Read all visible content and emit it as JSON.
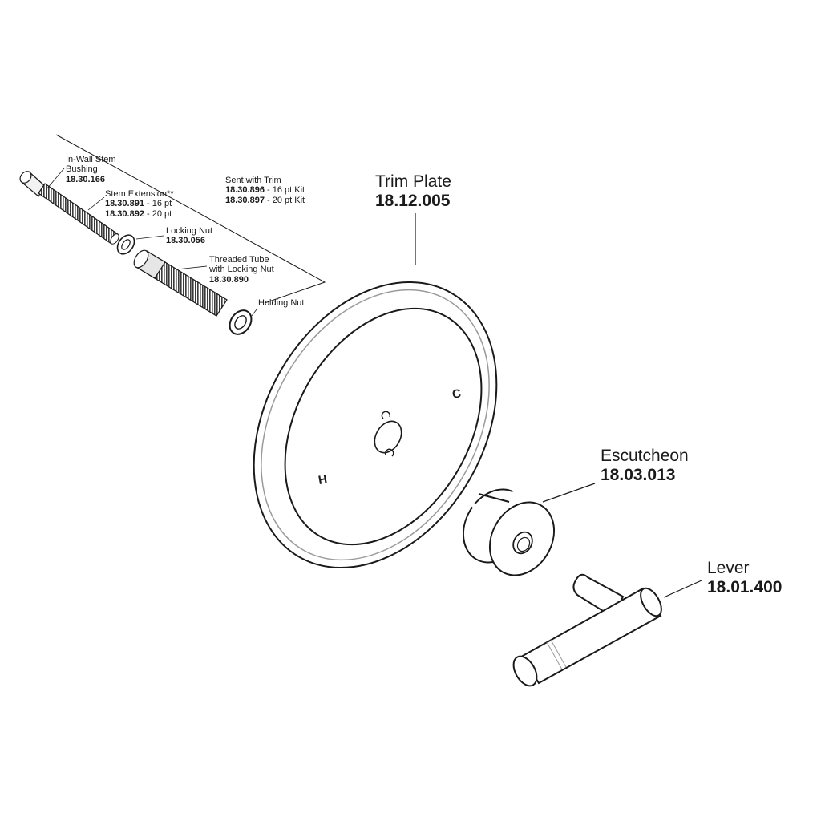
{
  "small_parts": {
    "bushing": {
      "name_line1": "In-Wall Stem",
      "name_line2": "Bushing",
      "part_no": "18.30.166"
    },
    "stem_extension": {
      "name": "Stem Extension**",
      "opt1_no": "18.30.891",
      "opt1_text": " - 16 pt",
      "opt2_no": "18.30.892",
      "opt2_text": " - 20 pt"
    },
    "locking_nut": {
      "name": "Locking Nut",
      "part_no": "18.30.056"
    },
    "threaded_tube": {
      "name_line1": "Threaded Tube",
      "name_line2": "with Locking Nut",
      "part_no": "18.30.890"
    },
    "holding_nut": {
      "name": "Holding Nut"
    },
    "sent_with_trim": {
      "title": "Sent with Trim",
      "kit1_no": "18.30.896",
      "kit1_text": " - 16 pt Kit",
      "kit2_no": "18.30.897",
      "kit2_text": " - 20 pt Kit"
    }
  },
  "trim_plate": {
    "name": "Trim Plate",
    "part_no": "18.12.005",
    "hot_mark": "H",
    "cold_mark": "C"
  },
  "escutcheon": {
    "name": "Escutcheon",
    "part_no": "18.03.013"
  },
  "lever": {
    "name": "Lever",
    "part_no": "18.01.400"
  },
  "colors": {
    "line": "#1a1a1a",
    "fill": "#ffffff"
  }
}
